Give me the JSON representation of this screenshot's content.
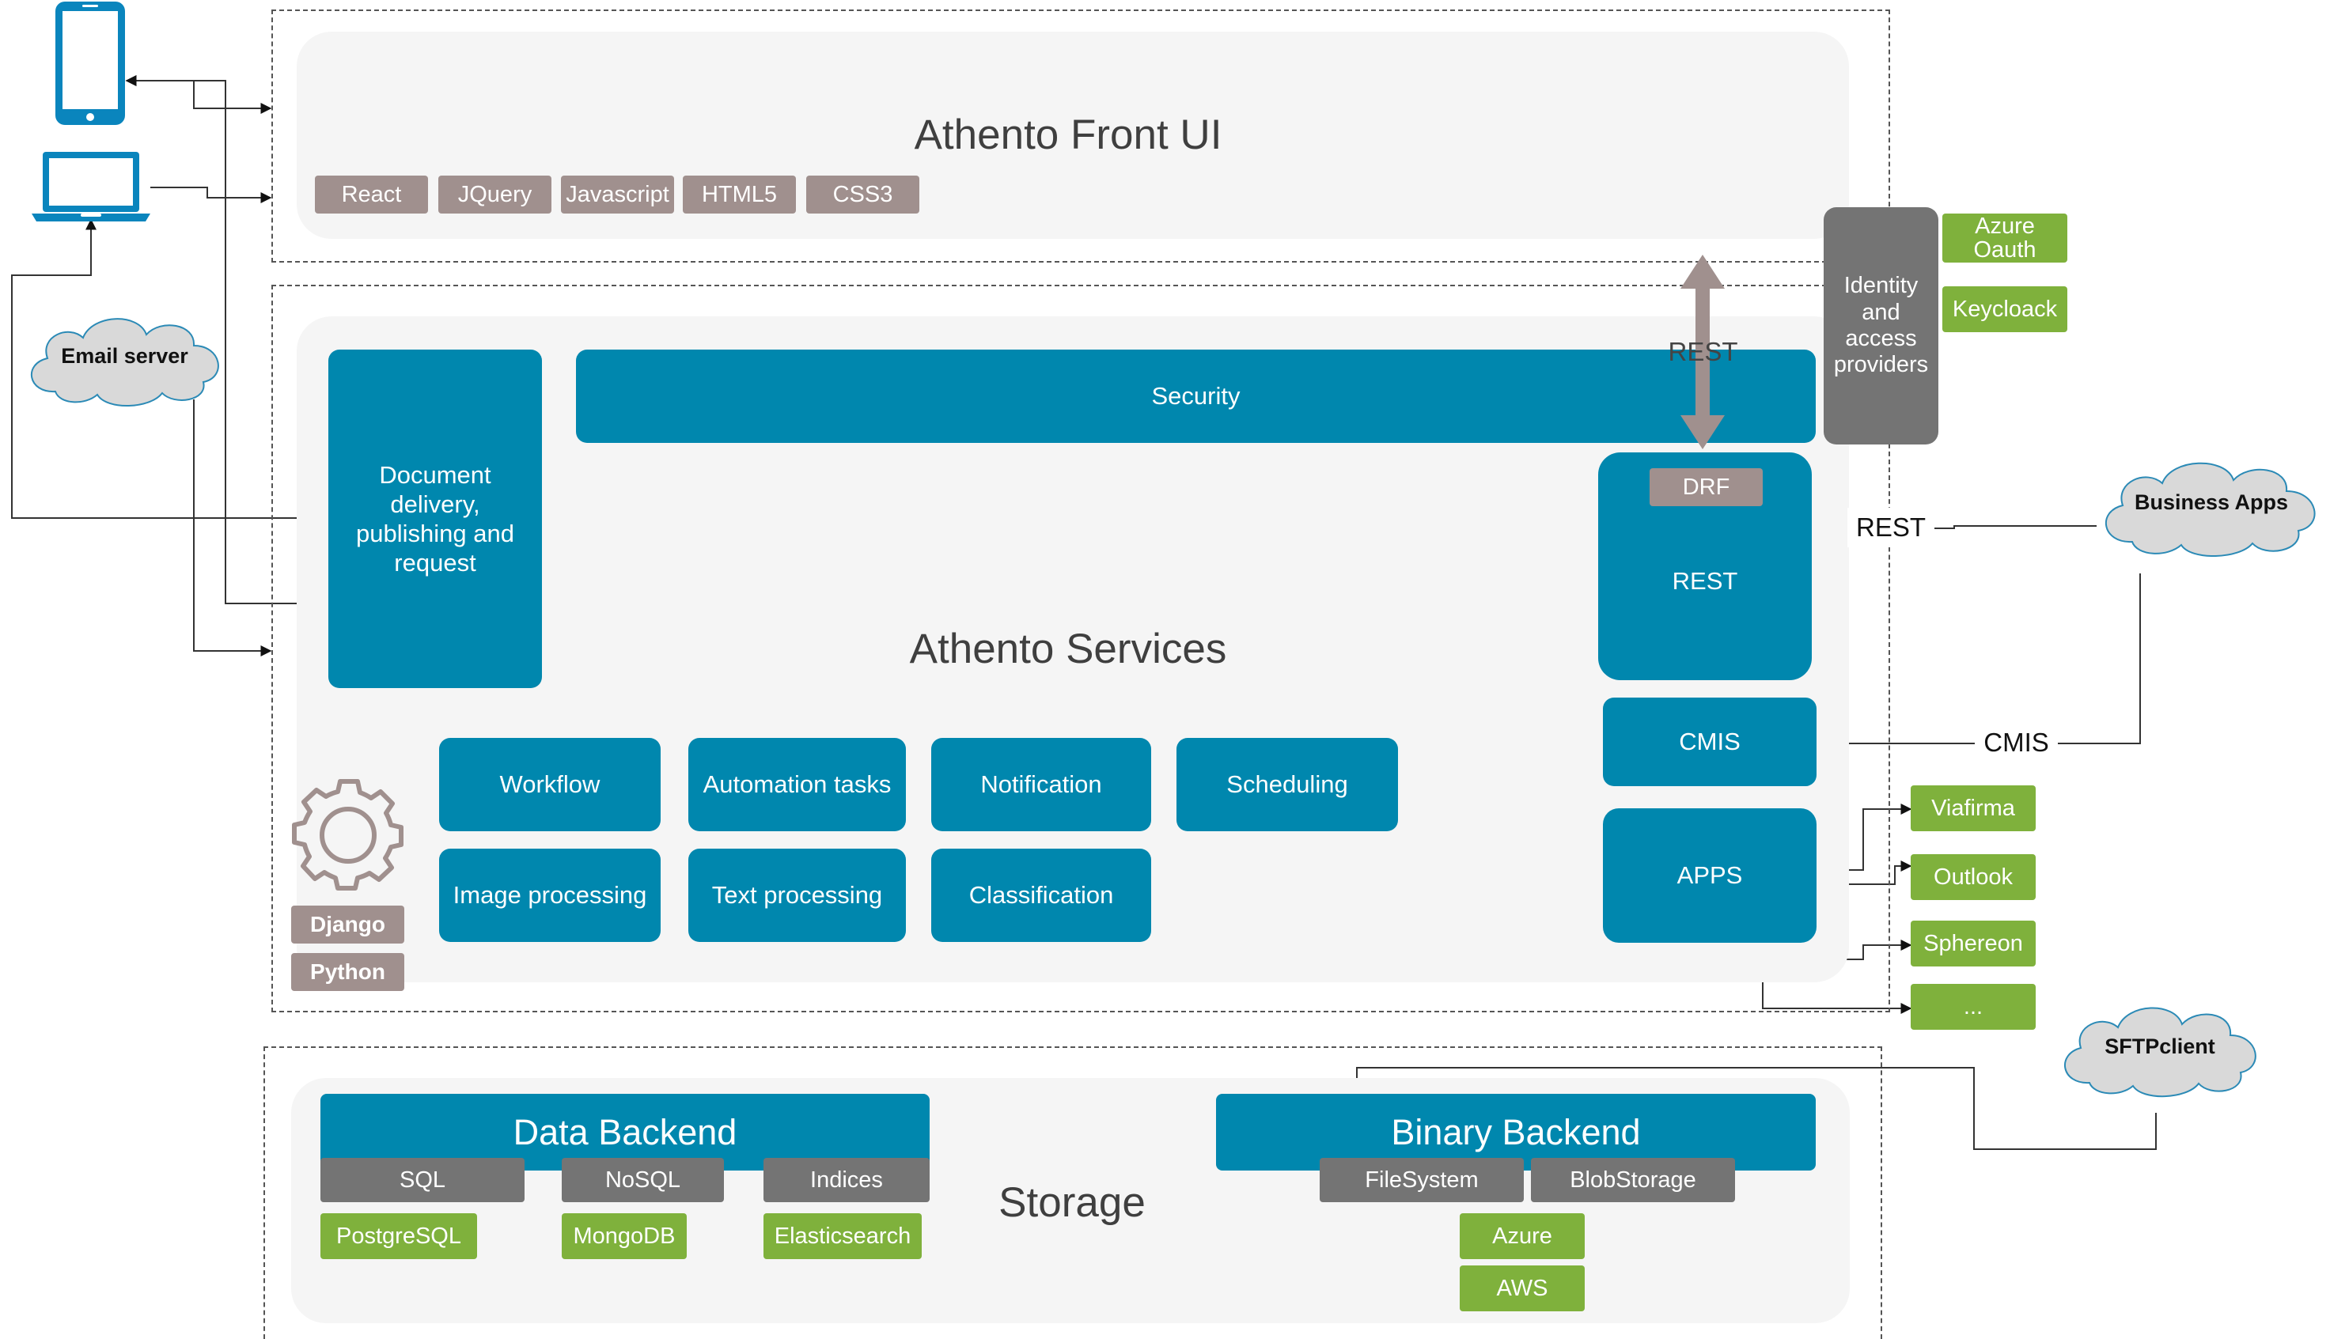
{
  "colors": {
    "blue": "#0087ae",
    "taupe": "#a0908e",
    "dark_gray": "#747474",
    "green": "#7fb13c",
    "panel": "#f5f5f5",
    "cloud": "#d9d9d9",
    "cloud_stroke": "#2b8ab6"
  },
  "icons": {
    "phone": "mobile-phone-icon",
    "laptop": "laptop-icon",
    "gear": "gear-icon"
  },
  "front": {
    "title": "Athento Front UI",
    "tags": [
      "React",
      "JQuery",
      "Javascript",
      "HTML5",
      "CSS3"
    ]
  },
  "identity": {
    "label": "Identity and access providers",
    "providers": [
      "Azure Oauth",
      "Keycloack"
    ]
  },
  "rest_arrow_label": "REST",
  "services": {
    "title": "Athento Services",
    "document_delivery": "Document delivery, publishing and request",
    "security": "Security",
    "rest_box": {
      "badge": "DRF",
      "label": "REST"
    },
    "cmis": "CMIS",
    "apps": "APPS",
    "modules": [
      "Workflow",
      "Automation tasks",
      "Notification",
      "Scheduling",
      "Image processing",
      "Text processing",
      "Classification"
    ],
    "framework": [
      "Django",
      "Python"
    ]
  },
  "external_apps": [
    "Viafirma",
    "Outlook",
    "Sphereon",
    "..."
  ],
  "clouds": {
    "email": "Email server",
    "business": "Business Apps",
    "sftp": "SFTPclient"
  },
  "connections": {
    "business_rest": "REST",
    "business_cmis": "CMIS"
  },
  "storage": {
    "title": "Storage",
    "data_backend": {
      "title": "Data Backend",
      "types": [
        "SQL",
        "NoSQL",
        "Indices"
      ],
      "impls": [
        "PostgreSQL",
        "MongoDB",
        "Elasticsearch"
      ]
    },
    "binary_backend": {
      "title": "Binary Backend",
      "types": [
        "FileSystem",
        "BlobStorage"
      ],
      "impls": [
        "Azure",
        "AWS"
      ]
    }
  }
}
